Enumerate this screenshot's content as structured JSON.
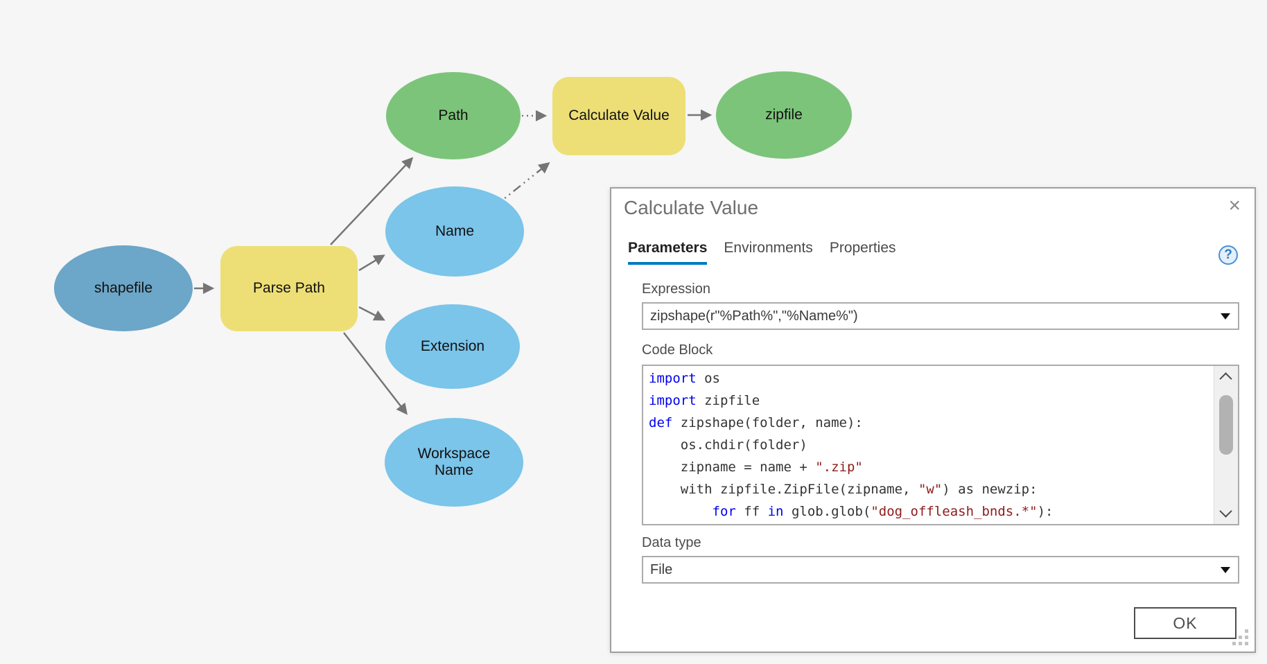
{
  "diagram": {
    "colors": {
      "input_data_fill": "#6ca6c8",
      "derived_data_fill": "#7cc47a",
      "intermediate_data_fill": "#7bc4ea",
      "tool_fill": "#eddf76",
      "connector": "#757575",
      "accent_blue": "#0079c1"
    },
    "nodes": [
      {
        "id": "shapefile",
        "label": "shapefile",
        "type": "input-data"
      },
      {
        "id": "parse-path",
        "label": "Parse Path",
        "type": "tool"
      },
      {
        "id": "path",
        "label": "Path",
        "type": "derived-data"
      },
      {
        "id": "calculate-value",
        "label": "Calculate Value",
        "type": "tool"
      },
      {
        "id": "zipfile",
        "label": "zipfile",
        "type": "derived-data"
      },
      {
        "id": "name",
        "label": "Name",
        "type": "derived-data"
      },
      {
        "id": "extension",
        "label": "Extension",
        "type": "derived-data"
      },
      {
        "id": "workspace-name",
        "label": "Workspace Name",
        "type": "derived-data"
      }
    ],
    "edges": [
      {
        "from": "shapefile",
        "to": "parse-path",
        "style": "solid"
      },
      {
        "from": "parse-path",
        "to": "path",
        "style": "solid"
      },
      {
        "from": "parse-path",
        "to": "name",
        "style": "solid"
      },
      {
        "from": "parse-path",
        "to": "extension",
        "style": "solid"
      },
      {
        "from": "parse-path",
        "to": "workspace-name",
        "style": "solid"
      },
      {
        "from": "path",
        "to": "calculate-value",
        "style": "dotted"
      },
      {
        "from": "name",
        "to": "calculate-value",
        "style": "dash-dot"
      },
      {
        "from": "calculate-value",
        "to": "zipfile",
        "style": "solid"
      }
    ]
  },
  "dialog": {
    "title": "Calculate Value",
    "icons": {
      "close": "×",
      "help": "?"
    },
    "tabs": [
      {
        "label": "Parameters",
        "active": true
      },
      {
        "label": "Environments",
        "active": false
      },
      {
        "label": "Properties",
        "active": false
      }
    ],
    "expression": {
      "label": "Expression",
      "value": "zipshape(r\"%Path%\",\"%Name%\")"
    },
    "code_block": {
      "label": "Code Block",
      "lines": [
        [
          {
            "c": "kw",
            "t": "import"
          },
          {
            "c": "pl",
            "t": " os"
          }
        ],
        [
          {
            "c": "kw",
            "t": "import"
          },
          {
            "c": "pl",
            "t": " zipfile"
          }
        ],
        [
          {
            "c": "kw",
            "t": "def"
          },
          {
            "c": "pl",
            "t": " zipshape(folder, name):"
          }
        ],
        [
          {
            "c": "pl",
            "t": "    os.chdir(folder)"
          }
        ],
        [
          {
            "c": "pl",
            "t": "    zipname = name + "
          },
          {
            "c": "str",
            "t": "\".zip\""
          }
        ],
        [
          {
            "c": "pl",
            "t": "    with zipfile.ZipFile(zipname, "
          },
          {
            "c": "str",
            "t": "\"w\""
          },
          {
            "c": "pl",
            "t": ") as newzip:"
          }
        ],
        [
          {
            "c": "pl",
            "t": "        "
          },
          {
            "c": "kw",
            "t": "for"
          },
          {
            "c": "pl",
            "t": " ff "
          },
          {
            "c": "kw",
            "t": "in"
          },
          {
            "c": "pl",
            "t": " glob.glob("
          },
          {
            "c": "str",
            "t": "\"dog_offleash_bnds.*\""
          },
          {
            "c": "pl",
            "t": "):"
          }
        ]
      ]
    },
    "data_type": {
      "label": "Data type",
      "value": "File"
    },
    "ok_label": "OK"
  }
}
